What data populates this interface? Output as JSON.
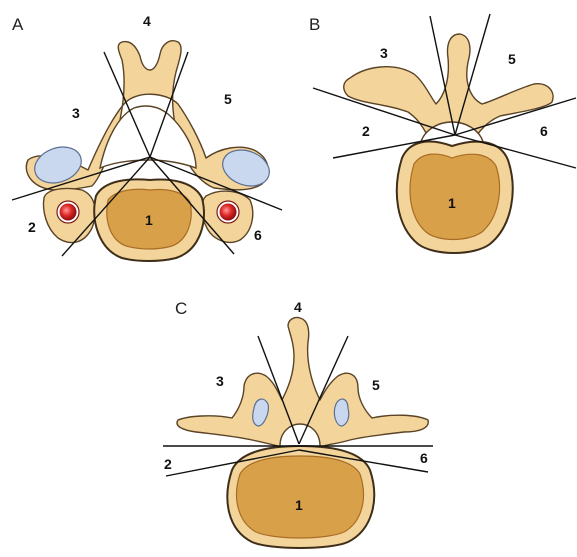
{
  "panels": [
    {
      "letter": "A",
      "labels": {
        "n1": "1",
        "n2": "2",
        "n3": "3",
        "n4": "4",
        "n5": "5",
        "n6": "6"
      }
    },
    {
      "letter": "B",
      "labels": {
        "n1": "1",
        "n2": "2",
        "n3": "3",
        "n5": "5",
        "n6": "6"
      }
    },
    {
      "letter": "C",
      "labels": {
        "n1": "1",
        "n2": "2",
        "n3": "3",
        "n4": "4",
        "n5": "5",
        "n6": "6"
      }
    }
  ],
  "colors": {
    "bone": "#f3d49b",
    "vertebral_body_core": "#d9a04a",
    "facet": "#c9d8ee",
    "vertebral_artery": "#d9262b",
    "outline": "#5a4326",
    "section_line": "#111111"
  }
}
